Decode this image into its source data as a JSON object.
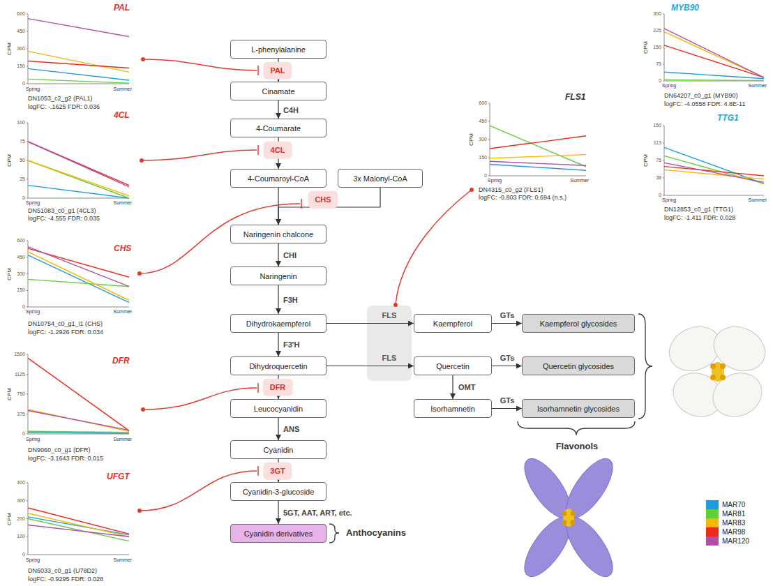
{
  "diagram": {
    "nodes": [
      {
        "text": [
          "L-phenylalanine"
        ]
      },
      {
        "text": [
          "Cinamate"
        ]
      },
      {
        "text": [
          "4-Coumarate"
        ]
      },
      {
        "text": [
          "4-Coumaroyl-CoA"
        ]
      },
      {
        "text": [
          "3x Malonyl-CoA"
        ]
      },
      {
        "text": [
          "Naringenin chalcone"
        ]
      },
      {
        "text": [
          "Naringenin"
        ]
      },
      {
        "text": [
          "Dihydrokaempferol"
        ]
      },
      {
        "text": [
          "Dihydroquercetin"
        ]
      },
      {
        "text": [
          "Leucocyanidin"
        ]
      },
      {
        "text": [
          "Cyanidin"
        ]
      },
      {
        "text": [
          "Cyanidin-3-glucoside"
        ]
      },
      {
        "text": [
          "Cyanidin derivatives"
        ]
      },
      {
        "text": [
          "Kaempferol"
        ]
      },
      {
        "text": [
          "Quercetin"
        ]
      },
      {
        "text": [
          "Isorhamnetin"
        ]
      },
      {
        "text": [
          "Kaempferol glycosides"
        ]
      },
      {
        "text": [
          "Quercetin glycosides"
        ]
      },
      {
        "text": [
          "Isorhamnetin glycosides"
        ]
      }
    ],
    "edges": [
      {
        "from": 0,
        "to": 1,
        "label": "PAL",
        "arrow": "to"
      },
      {
        "from": 1,
        "to": 2,
        "label": "C4H",
        "arrow": "to"
      },
      {
        "from": 2,
        "to": 3,
        "label": "4CL",
        "arrow": "to"
      },
      {
        "from": 3,
        "to": 5,
        "label": "CHS",
        "arrow": "to"
      },
      {
        "from": 4,
        "to": 5,
        "arrow": "to"
      },
      {
        "from": 5,
        "to": 6,
        "label": "CHI",
        "arrow": "to"
      },
      {
        "from": 6,
        "to": 7,
        "label": "F3H",
        "arrow": "to"
      },
      {
        "from": 7,
        "to": 8,
        "label": "F3'H",
        "arrow": "to"
      },
      {
        "from": 8,
        "to": 9,
        "label": "DFR",
        "arrow": "to"
      },
      {
        "from": 9,
        "to": 10,
        "label": "ANS",
        "arrow": "to"
      },
      {
        "from": 10,
        "to": 11,
        "label": "3GT",
        "arrow": "to"
      },
      {
        "from": 11,
        "to": 12,
        "label": "5GT, AAT, ART, etc.",
        "arrow": "to"
      },
      {
        "from": 7,
        "to": 13,
        "label": "FLS",
        "arrow": "to"
      },
      {
        "from": 8,
        "to": 14,
        "label": "FLS",
        "arrow": "to"
      },
      {
        "from": 13,
        "to": 16,
        "label": "GTs",
        "arrow": "to"
      },
      {
        "from": 14,
        "to": 17,
        "label": "GTs",
        "arrow": "to"
      },
      {
        "from": 14,
        "to": 15,
        "label": "OMT",
        "arrow": "to"
      },
      {
        "from": 15,
        "to": 18,
        "label": "GTs",
        "arrow": "to"
      }
    ],
    "labels": [
      "PAL",
      "CPM",
      "600",
      "450",
      "300",
      "150",
      "0",
      "Spring",
      "Summer",
      "DN1053_c2_g2 (PAL1)",
      "logFC: -.1625 FDR: 0.036",
      "4CL",
      "CPM",
      "100",
      "75",
      "50",
      "25",
      "0",
      "Spring",
      "Summer",
      "DN51083_c0_g1 (4CL3)",
      "logFC: -4.555 FDR: 0.035",
      "CHS",
      "CPM",
      "600",
      "450",
      "300",
      "150",
      "0",
      "Spring",
      "Summer",
      "DN10754_c0_g1_i1 (CHS)",
      "logFC: -1.2926 FDR: 0.034",
      "DFR",
      "CPM",
      "1500",
      "1125",
      "750",
      "375",
      "0",
      "Spring",
      "Summer",
      "DN9060_c0_g1 (DFR)",
      "logFC: -3.1643 FDR: 0.015",
      "UFGT",
      "CPM",
      "400",
      "300",
      "200",
      "100",
      "0",
      "Spring",
      "Summer",
      "DN6033_c0_g1 (U78D2)",
      "logFC: -0.9295 FDR: 0.028",
      "FLS1",
      "CPM",
      "600",
      "450",
      "300",
      "150",
      "0",
      "Spring",
      "Summer",
      "DN4315_c0_g2 (FLS1)",
      "logFC: -0.803 FDR: 0.694 (n.s.)",
      "MYB90",
      "CPM",
      "300",
      "225",
      "150",
      "75",
      "0",
      "Spring",
      "Summer",
      "DN64207_c0_g1 (MYB90)",
      "logFC: -4.0558 FDR: 4.8E-11",
      "TTG1",
      "CPM",
      "150",
      "113",
      "75",
      "38",
      "0",
      "Spring",
      "Summer",
      "DN12853_c0_g1 (TTG1)",
      "logFC: -1.411 FDR: 0.028",
      "Flavonols",
      "Anthocyanins"
    ],
    "legend": [
      {
        "text": "MAR70",
        "color": "#1e9be8"
      },
      {
        "text": "MAR81",
        "color": "#5fcf3a"
      },
      {
        "text": "MAR83",
        "color": "#f5b800"
      },
      {
        "text": "MAR98",
        "color": "#ee2a1b"
      },
      {
        "text": "MAR120",
        "color": "#b04fa5"
      }
    ]
  }
}
